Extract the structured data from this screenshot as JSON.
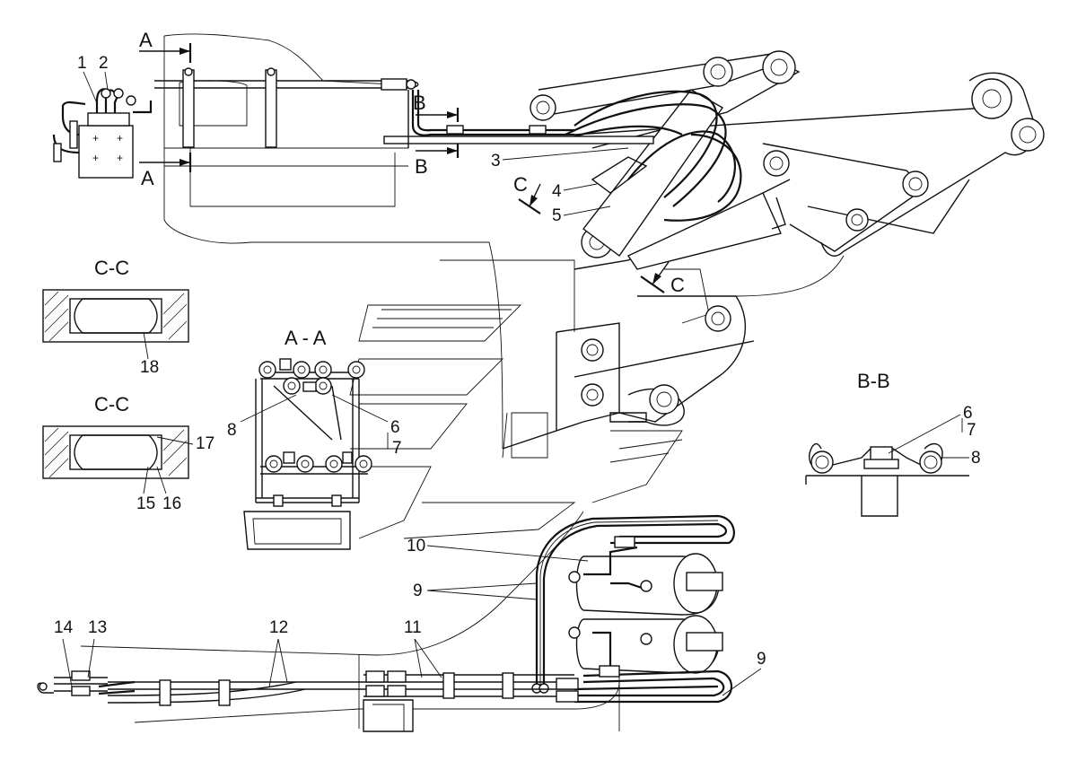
{
  "section_labels": {
    "aa_top": "A",
    "aa_bottom": "A",
    "bb_top": "B",
    "bb_bottom": "B",
    "c_top": "C",
    "c_bottom": "C",
    "aa_title": "A - A",
    "bb_title": "B-B",
    "cc_title_1": "C-C",
    "cc_title_2": "C-C"
  },
  "callouts": {
    "n1": "1",
    "n2": "2",
    "n3": "3",
    "n4": "4",
    "n5": "5",
    "n6_aa": "6",
    "n7_aa": "7",
    "n8_aa": "8",
    "n6_bb": "6",
    "n7_bb": "7",
    "n8_bb": "8",
    "n9_top": "9",
    "n9_right": "9",
    "n10": "10",
    "n11": "11",
    "n12": "12",
    "n13": "13",
    "n14": "14",
    "n15": "15",
    "n16": "16",
    "n17": "17",
    "n18": "18"
  }
}
